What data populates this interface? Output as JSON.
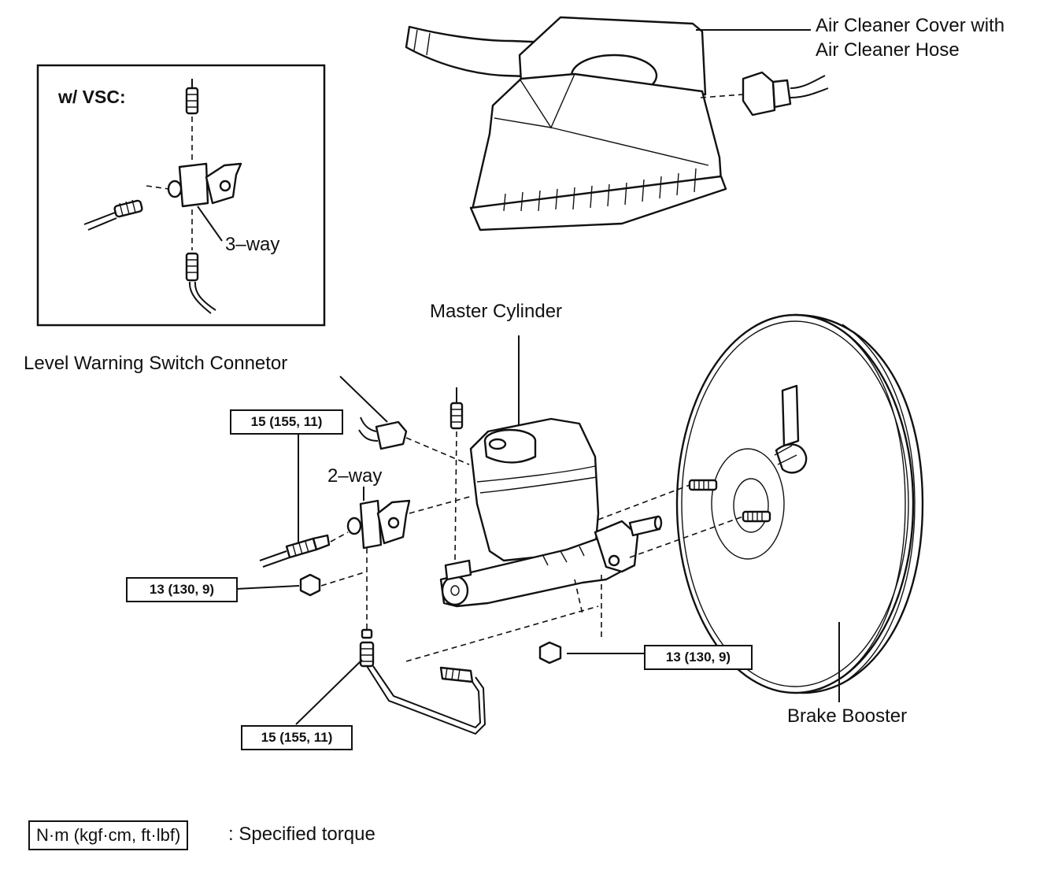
{
  "labels": {
    "air_cleaner_line1": "Air Cleaner Cover with",
    "air_cleaner_line2": "Air Cleaner Hose",
    "inset_title": "w/ VSC:",
    "three_way": "3–way",
    "master_cylinder": "Master Cylinder",
    "level_warning": "Level Warning Switch Connetor",
    "two_way": "2–way",
    "brake_booster": "Brake Booster"
  },
  "torques": {
    "t1": "15 (155, 11)",
    "t2": "13 (130, 9)",
    "t3": "13 (130, 9)",
    "t4": "15 (155, 11)"
  },
  "legend": {
    "unit": "N·m (kgf·cm, ft·lbf)",
    "text": ": Specified torque"
  }
}
